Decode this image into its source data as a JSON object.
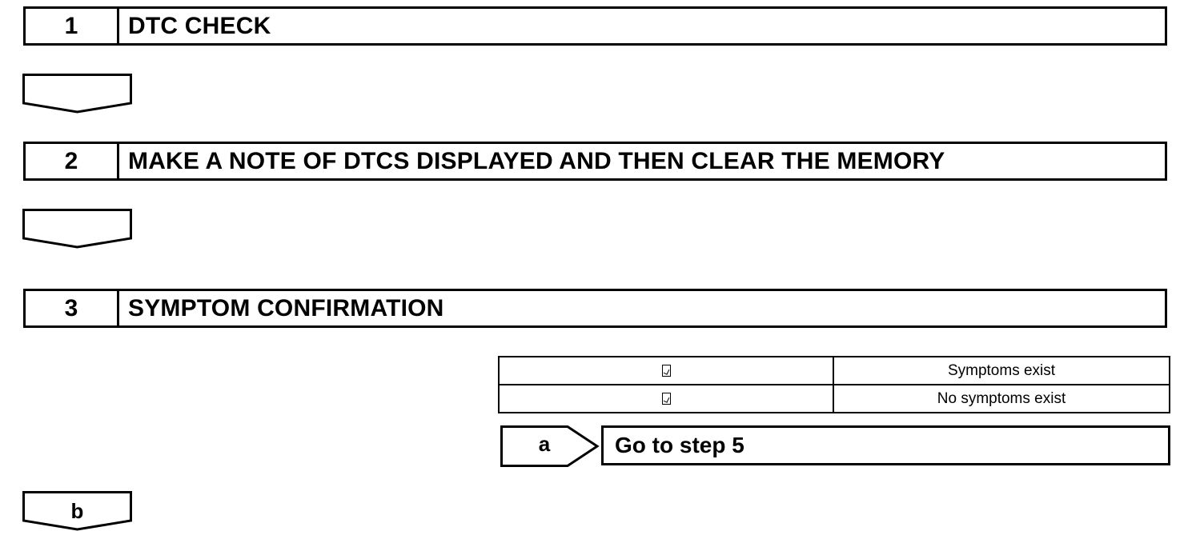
{
  "steps": [
    {
      "number": "1",
      "title": "DTC CHECK"
    },
    {
      "number": "2",
      "title": "MAKE A NOTE OF DTCS DISPLAYED AND THEN CLEAR THE MEMORY"
    },
    {
      "number": "3",
      "title": "SYMPTOM CONFIRMATION"
    }
  ],
  "result_table": {
    "rows": [
      {
        "mark_icon": "check-box-icon",
        "condition": "Symptoms exist"
      },
      {
        "mark_icon": "check-box-icon",
        "condition": "No symptoms exist"
      }
    ]
  },
  "branch_a": {
    "label": "a",
    "action": "Go to step 5"
  },
  "branch_b": {
    "label": "b"
  }
}
